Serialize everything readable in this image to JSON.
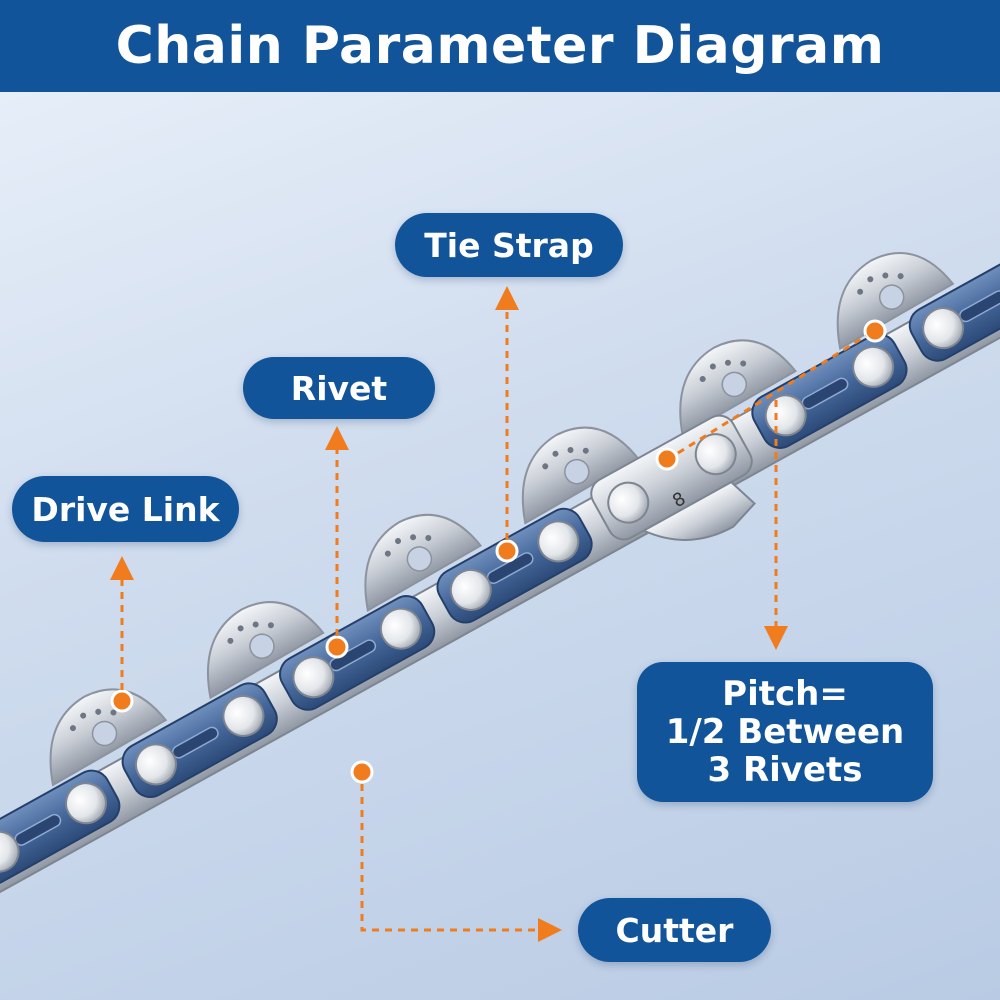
{
  "title": "Chain Parameter Diagram",
  "labels": {
    "tie_strap": "Tie Strap",
    "rivet": "Rivet",
    "drive_link": "Drive Link",
    "pitch_line1": "Pitch=",
    "pitch_line2": "1/2 Between",
    "pitch_line3": "3 Rivets",
    "cutter": "Cutter"
  },
  "gauge_mark": "8",
  "colors": {
    "header": "#12549a",
    "label_bg": "#12549a",
    "accent": "#f07c1e",
    "strap_blue": "#4a6d9e",
    "steel": "#d9dde3"
  }
}
